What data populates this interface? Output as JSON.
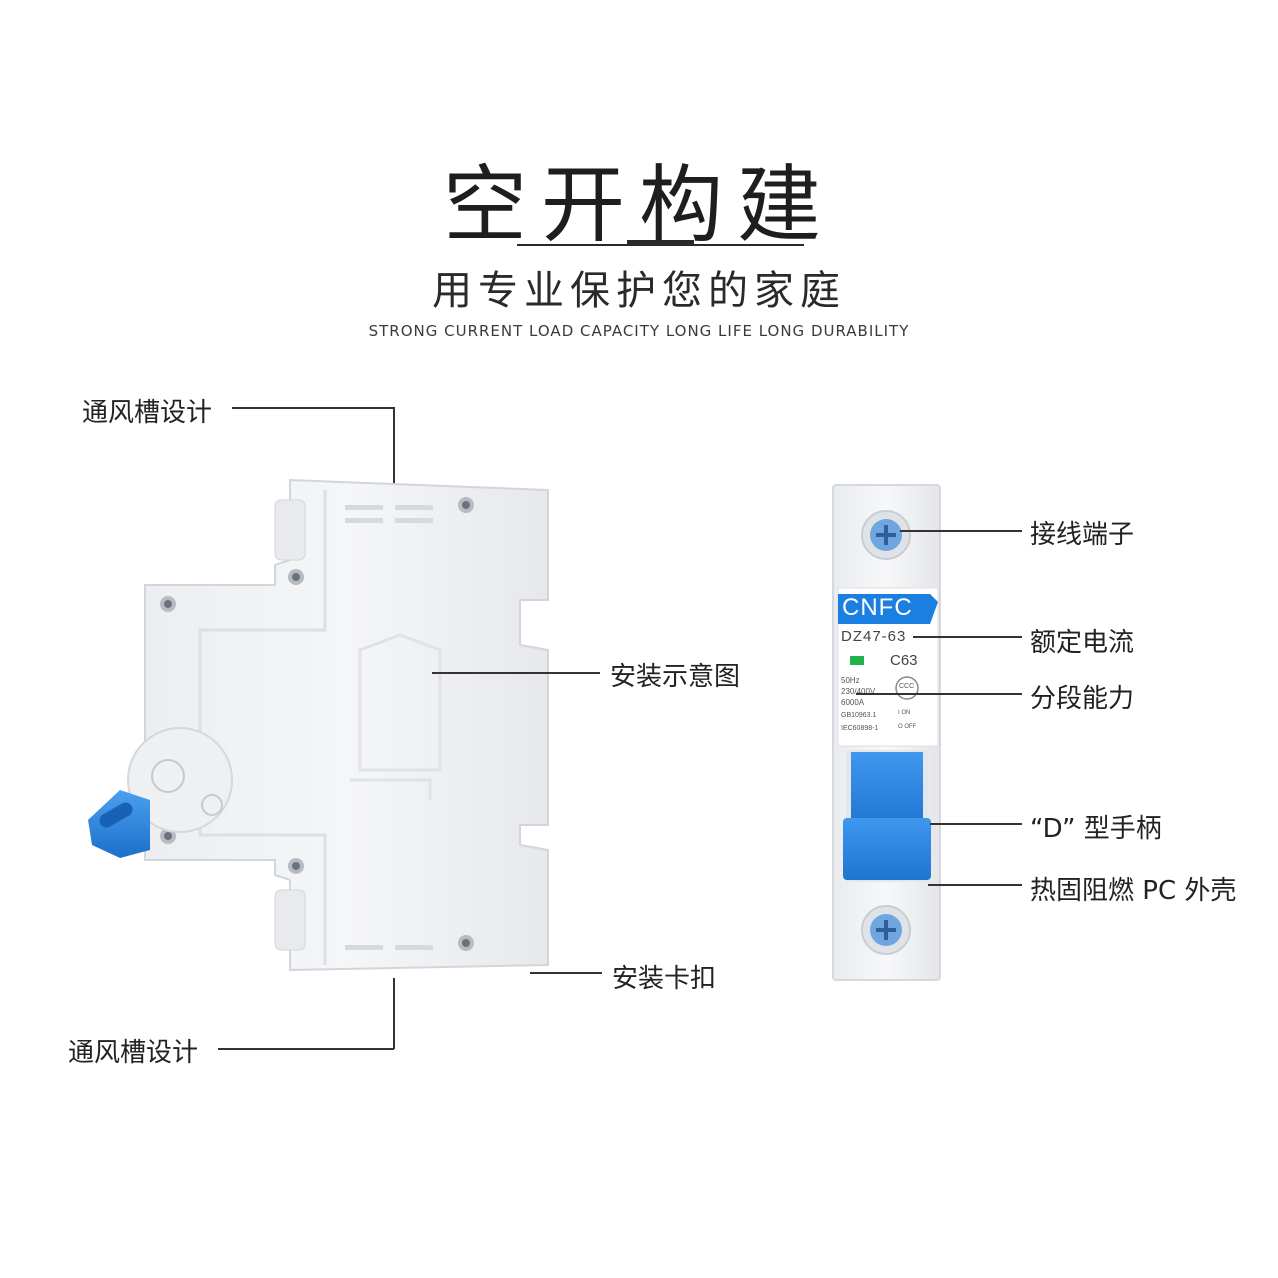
{
  "header": {
    "title": "空开构建",
    "subtitle": "用专业保护您的家庭",
    "tagline": "STRONG CURRENT LOAD CAPACITY LONG LIFE LONG DURABILITY"
  },
  "callouts": {
    "vent_top": "通风槽设计",
    "vent_bottom": "通风槽设计",
    "install_diagram": "安装示意图",
    "install_clip": "安装卡扣",
    "terminal": "接线端子",
    "rated_current": "额定电流",
    "breaking_capacity": "分段能力",
    "d_handle": "“D” 型手柄",
    "pc_shell": "热固阻燃 PC 外壳"
  },
  "device_front": {
    "brand": "CNFC",
    "model": "DZ47-63",
    "rating": "C63",
    "freq": "50Hz",
    "voltage": "230/400V",
    "capacity": "6000A",
    "standard1": "GB10963.1",
    "standard2": "IEC60898-1",
    "on": "I ON",
    "off": "O OFF",
    "cert": "CCC"
  },
  "colors": {
    "brand_blue": "#1a7fe0",
    "handle_blue": "#2f86e8",
    "housing": "#f1f2f4",
    "indicator_green": "#1fb34a"
  }
}
